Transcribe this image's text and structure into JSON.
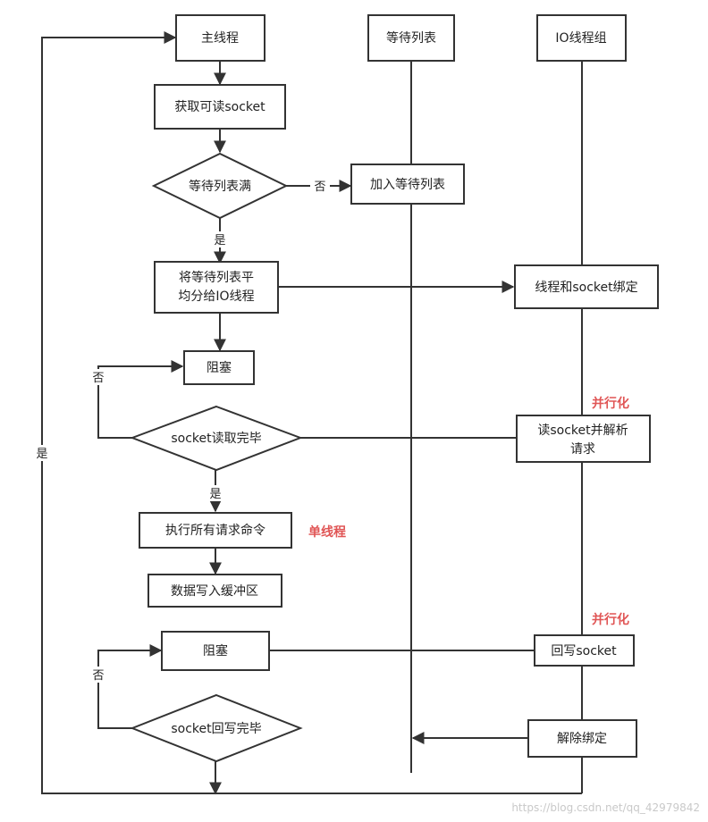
{
  "nodes": {
    "main_thread": "主线程",
    "wait_list": "等待列表",
    "io_group": "IO线程组",
    "get_readable": "获取可读socket",
    "wait_full": "等待列表满",
    "add_wait": "加入等待列表",
    "distribute_line1": "将等待列表平",
    "distribute_line2": "均分给IO线程",
    "bind": "线程和socket绑定",
    "block1": "阻塞",
    "read_done": "socket读取完毕",
    "read_parse_line1": "读socket并解析",
    "read_parse_line2": "请求",
    "execute": "执行所有请求命令",
    "write_buffer": "数据写入缓冲区",
    "block2": "阻塞",
    "write_back": "回写socket",
    "write_done": "socket回写完毕",
    "unbind": "解除绑定"
  },
  "labels": {
    "no_wait_full": "否",
    "yes_wait_full": "是",
    "no_read": "否",
    "yes_read": "是",
    "no_write": "否",
    "yes_loop": "是"
  },
  "notes": {
    "parallel_1": "并行化",
    "single_thread": "单线程",
    "parallel_2": "并行化"
  },
  "watermark": "https://blog.csdn.net/qq_42979842",
  "colors": {
    "stroke": "#333333",
    "text": "#222222",
    "note": "#e05555",
    "watermark": "#c9c9c9"
  }
}
